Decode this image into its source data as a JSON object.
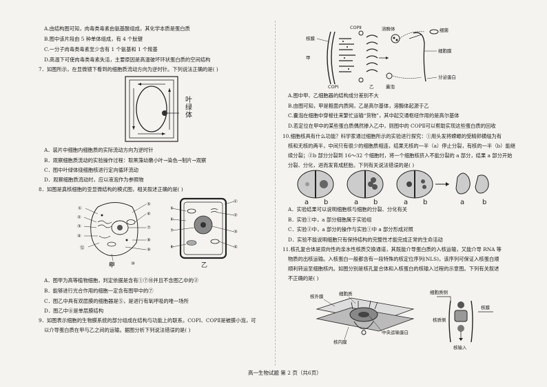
{
  "left": {
    "q6_opts": [
      "A.由结构图可知，肉毒类毒素由氨基酸组成，其化学本质是蛋白质",
      "B.图中该片段由 5 种单体组成，有 4 个肽键",
      "C.一分子肉毒类毒素至少含有 1 个氨基和 1 个羧基",
      "D.高温下可使肉毒类毒素失活，主要原因是高温破坏环状蛋白质的空间结构"
    ],
    "q7_stem": "7．如图所示，在显微镜下看到的细胞质流动方向为逆时针。下列说法正确的是(      )",
    "q7_fig_label": "叶绿体",
    "q7_opts": [
      "A．装片中细胞内细胞质的实际流动方向为逆时针",
      "B．观察细胞质流动的实验操作过程：取黑藻幼嫩小叶→染色→制片→观察",
      "C．图中叶绿体绕细胞核进行定向循环流动",
      "D．观察细胞质流动时，应以液泡作为参照物"
    ],
    "q8_stem": "8．如图是真核细胞的亚显微结构的模式图，相关叙述正确的是(      )",
    "q8_labels_jia": [
      "①",
      "②",
      "③",
      "④",
      "⑤",
      "⑥",
      "⑦",
      "⑧",
      "⑨",
      "⑩",
      "⑪",
      "⑫"
    ],
    "q8_labels_yi": [
      "①",
      "②",
      "③",
      "④",
      "⑤",
      "⑥",
      "⑦",
      "⑧"
    ],
    "q8_fig_names": [
      "甲",
      "乙"
    ],
    "q8_opts": [
      "A．图甲为高等植物细胞，判定依据是含有①⑦⑩并且不含图乙中的②",
      "B．能够进行光合作用的细胞一定含有图甲中的⑦",
      "C．图乙中具有双层膜的细胞器是⑤，是进行有氧呼吸的唯一场所",
      "D．图乙中⑧是单层膜结构"
    ],
    "q9_stem1": "9．如图表示细胞的生物膜系统的部分组成在结构与功能上的联系。COPⅠ、COPⅡ是被膜小泡，可",
    "q9_stem2": "以介导蛋白质在甲与乙之间的运输。据图分析下列说法错误的是(      )"
  },
  "right": {
    "q9_fig_labels": {
      "nucleus": "核膜",
      "copii": "COPⅡ",
      "lysosome": "溶酶体",
      "bacteria": "细菌",
      "membrane": "细胞膜",
      "jia": "甲",
      "copi": "COPⅠ",
      "yi": "乙",
      "vesicle": "囊泡",
      "secretory": "分泌蛋白"
    },
    "q9_opts": [
      "A.图中甲、乙细胞器的结构成分差别不大",
      "B.由图可知，甲是粗面内质网，乙是高尔基体，溶酶体起源于乙",
      "C.囊泡在细胞中穿梭往来繁忙运输“货物”，其中起交通枢纽作用的是高尔基体",
      "D.若定位在甲中的某些蛋白质偶然掺入乙中，则图中的 COPⅡ可以帮助实现这些蛋白质的回收"
    ],
    "q10_lines": [
      "10.细胞核具有什么功能？科学家通过细胞所示的实验进行探究：①用头发将蝾螈的受精卵横缢为有",
      "核和无核的两半，中间只有很少的细胞质相连，结果无核的一半（a）停止分裂，有核的一半（b）能继",
      "续分裂；②b 部分分裂到 16～32 个细胞时，将一个细胞核挤入不能分裂的 a 部分，结果 a 部分开始",
      "分裂、分化，进而发育成胚胎。下列有关说法错误的是(      )"
    ],
    "q10_fig_labels": [
      "a",
      "b",
      "a",
      "b",
      "a",
      "b",
      "a",
      "b"
    ],
    "q10_opts": [
      "A．实验结果可以说明细胞核与细胞的分裂、分化有关",
      "B．实验①中，a 部分细胞属于实验组",
      "C．实验②中，a 部分的操作与实验①中 a 部分形成对照",
      "D．实验不能说明细胞只有保持结构的完整性才能完成正常的生命活动"
    ],
    "q11_lines": [
      "11.核孔复合体是双向性的亲水性核质交换通道，其既能介导蛋白质的入核运输，又能介导 RNA 等",
      "物质的出核运输。入核蛋白一般都含有一段特殊的核定位序列(NLS)，该序列可保证入核蛋白顺",
      "顺利转运至细胞核内。如图分别是核孔复合体和入核蛋白的核输入过程的示意图。下列有关叙述",
      "不正确的是(      )"
    ],
    "q11_fig_labels": {
      "outer": "核外膜",
      "cytofiber": "细胞质",
      "center": "中央运输蛋白",
      "inner": "核内膜",
      "cytoplasm_side": "细胞质侧",
      "nucleus_side": "核质侧",
      "nucmem": "核膜",
      "import": "核输入"
    }
  },
  "footer": "高一生物试题  第 2 页（共6页）"
}
